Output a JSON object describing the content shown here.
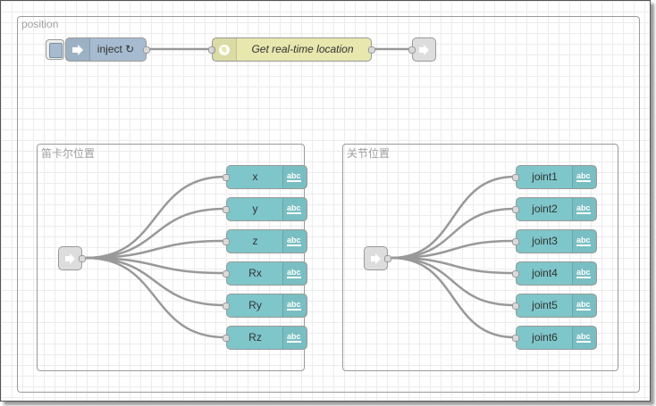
{
  "flow": {
    "group_position": {
      "label": "position"
    },
    "group_cartesian": {
      "label": "笛卡尔位置",
      "debug_nodes": [
        {
          "label": "x"
        },
        {
          "label": "y"
        },
        {
          "label": "z"
        },
        {
          "label": "Rx"
        },
        {
          "label": "Ry"
        },
        {
          "label": "Rz"
        }
      ]
    },
    "group_joint": {
      "label": "关节位置",
      "debug_nodes": [
        {
          "label": "joint1"
        },
        {
          "label": "joint2"
        },
        {
          "label": "joint3"
        },
        {
          "label": "joint4"
        },
        {
          "label": "joint5"
        },
        {
          "label": "joint6"
        }
      ]
    },
    "inject_node": {
      "label": "inject ↻",
      "color": "#a6bbcf"
    },
    "location_node": {
      "label": "Get real-time location",
      "color": "#e7e7ae"
    },
    "debug_icon_text": "abc",
    "debug_color": "#7ec6ca",
    "wire_color": "#999999"
  }
}
